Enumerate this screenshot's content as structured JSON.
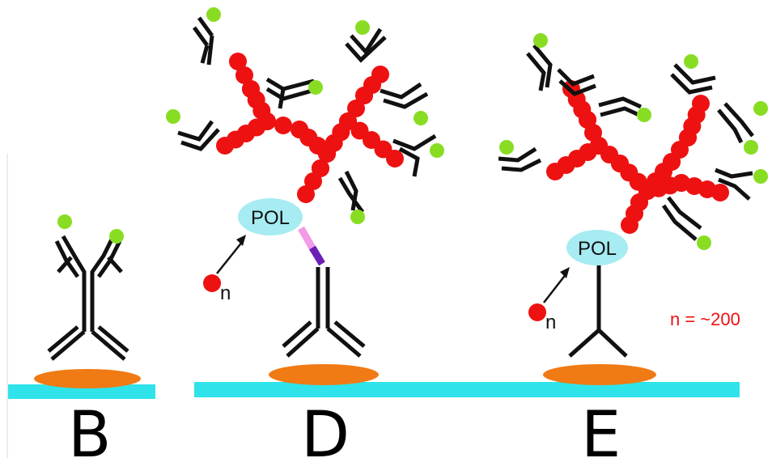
{
  "colors": {
    "substrate": "#2fe3ea",
    "antigen": "#f07a14",
    "bead": "#ee1111",
    "fluorophore": "#88dd22",
    "pol": "#a6ecf2",
    "antibody": "#111111",
    "linker_light": "#f29be8",
    "linker_dark": "#6a1fb5",
    "note": "#ee1111"
  },
  "panels": [
    {
      "label": "B"
    },
    {
      "label": "D",
      "pol_label": "POL",
      "monomer_label": "n"
    },
    {
      "label": "E",
      "pol_label": "POL",
      "monomer_label": "n"
    }
  ],
  "note": "n = ~200"
}
